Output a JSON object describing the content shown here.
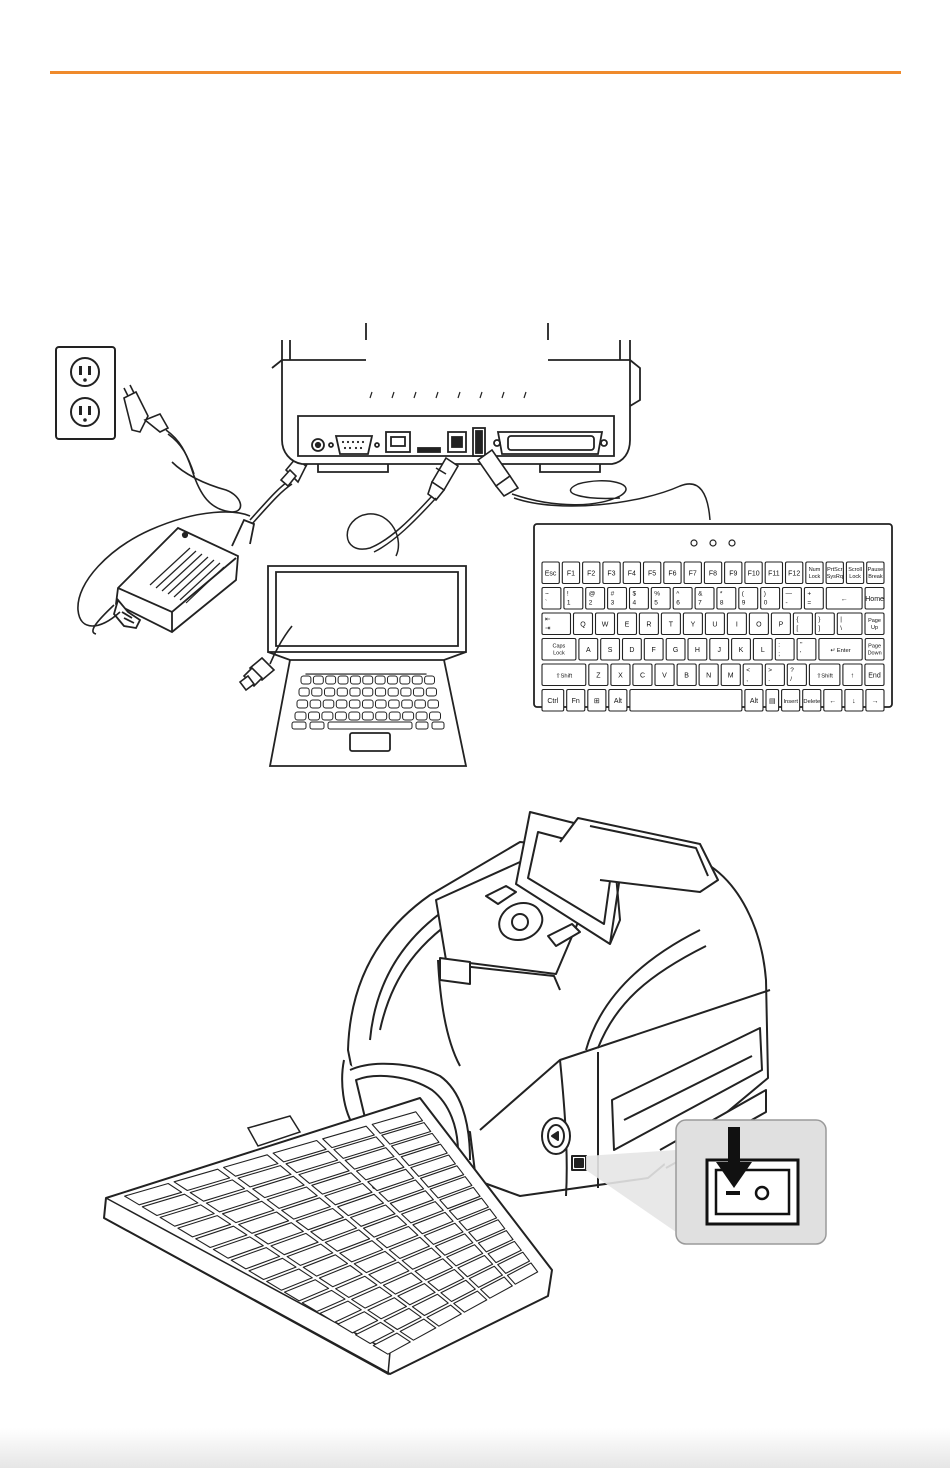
{
  "header": {
    "accent_color": "#ef8a2c"
  },
  "top_scene": {
    "outlet_icon": "wall-outlet-icon",
    "power_adapter_icon": "power-adapter-icon",
    "laptop_icon": "laptop-icon",
    "printer_rear_icon": "printer-rear-panel-icon",
    "usb_keyboard_icon": "usb-keyboard-icon",
    "keyboard": {
      "indicator_count": 3,
      "rows": [
        [
          "Esc",
          "F1",
          "F2",
          "F3",
          "F4",
          "F5",
          "F6",
          "F7",
          "F8",
          "F9",
          "F10",
          "F11",
          "F12",
          "Num Lock",
          "PrtScr SysRq",
          "Scroll Lock",
          "Pause Break"
        ],
        [
          "~ `",
          "! 1",
          "@ 2",
          "# 3",
          "$ 4",
          "% 5",
          "^ 6",
          "& 7",
          "* 8",
          "( 9",
          ") 0",
          "— -",
          "+ =",
          "←",
          "Home"
        ],
        [
          "⇤ ⇥",
          "Q",
          "W",
          "E",
          "R",
          "T",
          "Y",
          "U",
          "I",
          "O",
          "P",
          "{ [",
          "} ]",
          "| \\",
          "Page Up"
        ],
        [
          "Caps Lock",
          "A",
          "S",
          "D",
          "F",
          "G",
          "H",
          "J",
          "K",
          "L",
          ": ;",
          "\" '",
          "↵ Enter",
          "Page Down"
        ],
        [
          "⇧Shift",
          "Z",
          "X",
          "C",
          "V",
          "B",
          "N",
          "M",
          "< ,",
          "> .",
          "? /",
          "⇧Shift",
          "↑",
          "End"
        ],
        [
          "Ctrl",
          "Fn",
          "⊞",
          "Alt",
          "",
          "Alt",
          "▤",
          "Insert",
          "Delete",
          "←",
          "↓",
          "→"
        ]
      ]
    }
  },
  "bottom_scene": {
    "printer_icon": "label-printer-icon",
    "keyboard_icon": "keyboard-perspective-icon",
    "callout_icon": "power-switch-callout-icon",
    "arrow_icon": "press-down-arrow-icon"
  }
}
